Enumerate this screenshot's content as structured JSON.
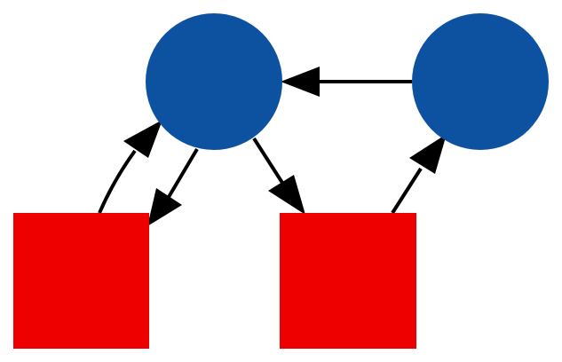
{
  "diagram": {
    "type": "directed-graph",
    "colors": {
      "background": "#ffffff",
      "circle_fill": "#0d52a1",
      "square_fill": "#ee0000",
      "edge": "#000000"
    },
    "nodes": [
      {
        "id": "circle-left",
        "shape": "circle"
      },
      {
        "id": "circle-right",
        "shape": "circle"
      },
      {
        "id": "square-left",
        "shape": "square"
      },
      {
        "id": "square-middle",
        "shape": "square"
      }
    ],
    "edges": [
      {
        "id": "edge-circle-right-to-circle-left",
        "from": "circle-right",
        "to": "circle-left"
      },
      {
        "id": "edge-square-left-to-circle-left",
        "from": "square-left",
        "to": "circle-left"
      },
      {
        "id": "edge-circle-left-to-square-left",
        "from": "circle-left",
        "to": "square-left"
      },
      {
        "id": "edge-circle-left-to-square-middle",
        "from": "circle-left",
        "to": "square-middle"
      },
      {
        "id": "edge-square-middle-to-circle-right",
        "from": "square-middle",
        "to": "circle-right"
      }
    ]
  }
}
